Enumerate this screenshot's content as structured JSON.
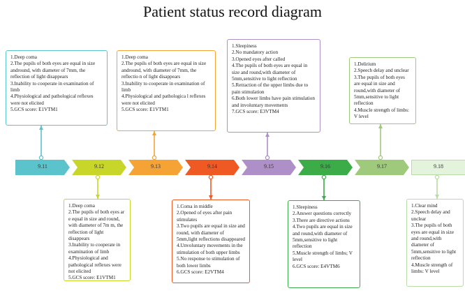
{
  "title": "Patient status record diagram",
  "timeline": [
    {
      "date": "9.11",
      "color": "#5bc3cc",
      "box_position": "top",
      "lines": [
        "1.Deep coma",
        "2.The pupils of both eyes are equal in size andround, with diameter of 7mm, the reflection of light disappears",
        "3.Inability to cooperate in examination of limb",
        "4.Physiological and pathological reflexes were not elicited",
        "5.GCS score: E1VTM1"
      ]
    },
    {
      "date": "9.12",
      "color": "#c8d62a",
      "box_position": "bottom",
      "lines": [
        "1.Deep coma",
        "2.The pupils of both eyes ar e equal in size and round, with diameter of 7m m, the reflection of light disappears",
        "3.Inability to cooperate in examination of limb",
        "4.Physiological and pathological reflexes were not elicited",
        "5.GCS score: E1VTM1"
      ]
    },
    {
      "date": "9.13",
      "color": "#f6a336",
      "box_position": "top",
      "lines": [
        "1.Deep coma",
        "2.The pupils of both eyes are equal in size andround, with diameter of 7mm, the reflectio n of light disappears",
        "3.Inability to cooperate in examination of limb",
        "4.Physiological and pathologica l reflexes were not elicited",
        "5.GCS score: E1VTM1"
      ]
    },
    {
      "date": "9.14",
      "color": "#ef5a24",
      "box_position": "bottom",
      "lines": [
        "1.Coma in middle",
        "2.Opened of eyes after pain stimulates",
        "3.Two pupils are equal in size and round, with diameter of 5mm,light reflections disappeared",
        "4.Unvoluntary movements in the stimulation of both upper limbs",
        "5.No response to stimulation of both lower limbs",
        "6.GCS score: E2VTM4"
      ]
    },
    {
      "date": "9.15",
      "color": "#ae8fc8",
      "box_position": "top",
      "lines": [
        "1.Sleepiness",
        "2.No mandatory action",
        "3.Opened eyes after called",
        "4.The pupils of both eyes are equal in size and round,with diameter of 5mm,sensitive to light reflection",
        "5.Retraction of the upper limbs due to pain stimulation",
        "6.Both lower limbs have pain stimulation and involuntary movements",
        "7.GCS score: E3VTM4"
      ]
    },
    {
      "date": "9.16",
      "color": "#3cac48",
      "box_position": "bottom",
      "lines": [
        "1.Sleepiness",
        "2.Answer questions correctly",
        "3.There are directive actions",
        "4.Two pupils are equal in size and round,with diameter of 5mm,sensitive to light reflection",
        "5.Muscle strength of limbs; V level",
        "6.GCS score: E4VTM6"
      ]
    },
    {
      "date": "9.17",
      "color": "#9fca7c",
      "box_position": "top",
      "lines": [
        "1.Delirium",
        "2.Speech delay and unclear",
        "3.The pupils of both eyes are equal in size and round,with diameter of 5mm,sensitive to light reflection",
        "4.Muscle strength of limbs: V level"
      ]
    },
    {
      "date": "9.18",
      "color": "#e4f3dc",
      "border_color": "#b8dca6",
      "box_position": "bottom",
      "lines": [
        "1.Clear mind",
        "2.Speech delay and unclear",
        "3.The pupils of both eyes are equal in size and round,with diameter of 5mm,sensitive to light reflection",
        "4.Muscle strength of limbs: V level"
      ]
    }
  ]
}
